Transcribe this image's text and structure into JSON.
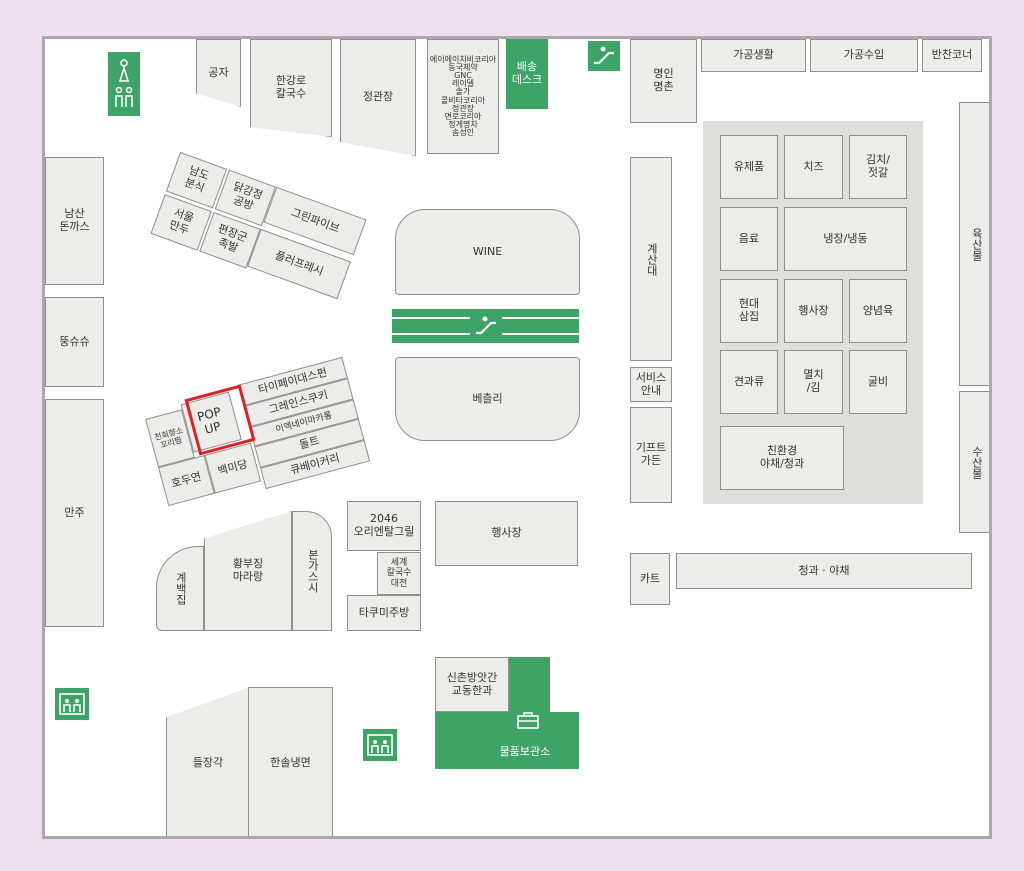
{
  "colors": {
    "green": "#3da366",
    "booth": "#ececea",
    "zone": "#dededd",
    "highlight": "#e02020",
    "frame": "#a7a9ac"
  },
  "icons": {
    "restroom": "restroom-icon",
    "escalator": "escalator-icon",
    "elevator": "elevator-icon",
    "locker": "locker-icon"
  },
  "stores": {
    "gongja": "공자",
    "hangang": "한강로\n칼국수",
    "jeonggwanjang": "정관장",
    "supplements": "에이에이치비코리아\n동국제약\nGNC\n레이델\n솔가\n콜비타코리아\n정관장\n면로코리아\n정게명차\n솜성인",
    "delivery_desk": "배송\n데스크",
    "myeongin": "명인\n명촌",
    "gagong_life": "가공생활",
    "gagong_import": "가공수입",
    "banchan": "반찬코너",
    "namsan": "남산\n돈까스",
    "namdo": "남도\n분식",
    "dakgang": "닭강정\n공방",
    "seoul_mandu": "서울\n만두",
    "pyeonjang": "편장군\n족발",
    "green_five": "그린파이브",
    "pullman": "플러프레시",
    "wine": "WINE",
    "bakery": "베츨리",
    "cheese_dairy": "유제품",
    "cheese": "치즈",
    "kimchi": "김치/\n젓갈",
    "drinks": "음료",
    "frozen": "냉장/냉동",
    "hyundai": "현대\n삼집",
    "event_inner": "행사장",
    "seasoned_meat": "양념육",
    "dried_fruit": "견과류",
    "anchovy": "멸치\n/김",
    "gulbi": "굴비",
    "eco_veg": "친환경\n야채/청과",
    "checkout": "계산대",
    "service": "서비스\n안내",
    "gift": "기프트\n가든",
    "meat": "육산물",
    "seafood": "수산물",
    "dungsushu": "뚱슈슈",
    "manju": "만주",
    "taipei": "타이페이대스펀",
    "grains": "그레인스쿠키",
    "iyekne": "이엑네이마카롱",
    "dolt": "돌트",
    "cube": "큐베이커리",
    "popup": "POP\nUP",
    "cheonhyeon": "천희향소\n꼬리찜",
    "hodoyeon": "호두연",
    "beakdang": "백미당",
    "gyebaek": "계백집",
    "hwangmujang": "황부징\n마라랑",
    "bonga": "본가스시",
    "oriental": "2046\n오리엔탈그릴",
    "segye": "세계\n칼국수\n대전",
    "takumi": "타쿠미주방",
    "event_center": "행사장",
    "cart": "카트",
    "fruit_veg": "청과 · 야채",
    "sinchon": "신촌방앗간\n교동한과",
    "storage": "물품보관소",
    "deuljang": "들장각",
    "hansol": "한솔냉면"
  }
}
